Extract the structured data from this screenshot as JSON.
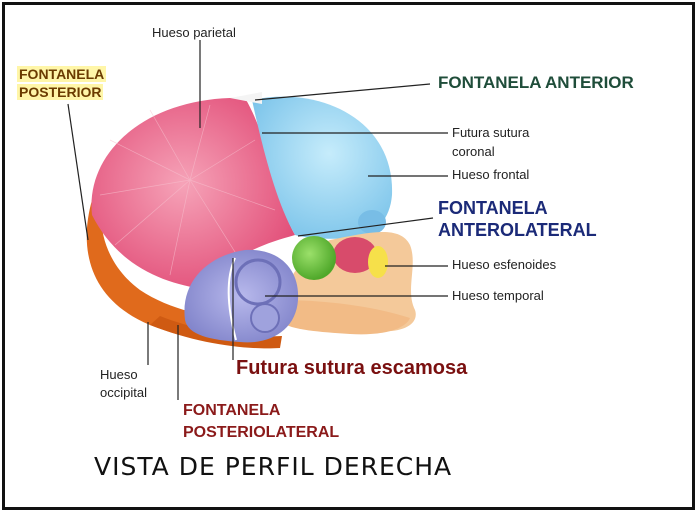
{
  "labels": {
    "hueso_parietal": "Hueso parietal",
    "fontanela_posterior_1": "FONTANELA",
    "fontanela_posterior_2": "POSTERIOR",
    "fontanela_anterior": "FONTANELA ANTERIOR",
    "futura_sutura_coronal_1": "Futura sutura",
    "futura_sutura_coronal_2": "coronal",
    "hueso_frontal": "Hueso frontal",
    "fontanela_anterolateral_1": "FONTANELA",
    "fontanela_anterolateral_2": "ANTEROLATERAL",
    "hueso_esfenoides": "Hueso esfenoides",
    "hueso_temporal": "Hueso temporal",
    "futura_sutura_escamosa": "Futura sutura escamosa",
    "hueso_occipital_1": "Hueso",
    "hueso_occipital_2": "occipital",
    "fontanela_posteriolateral_1": "FONTANELA",
    "fontanela_posteriolateral_2": "POSTERIOLATERAL"
  },
  "caption": "VISTA DE PERFIL DERECHA",
  "colors": {
    "parietal": "#e9577f",
    "frontal": "#8fd0ef",
    "occipital": "#e06a1c",
    "temporal": "#8c8fd4",
    "sphenoid_green": "#6bc23b",
    "face_bone": "#f4c99a",
    "sphenoid_red": "#d84b6b"
  }
}
